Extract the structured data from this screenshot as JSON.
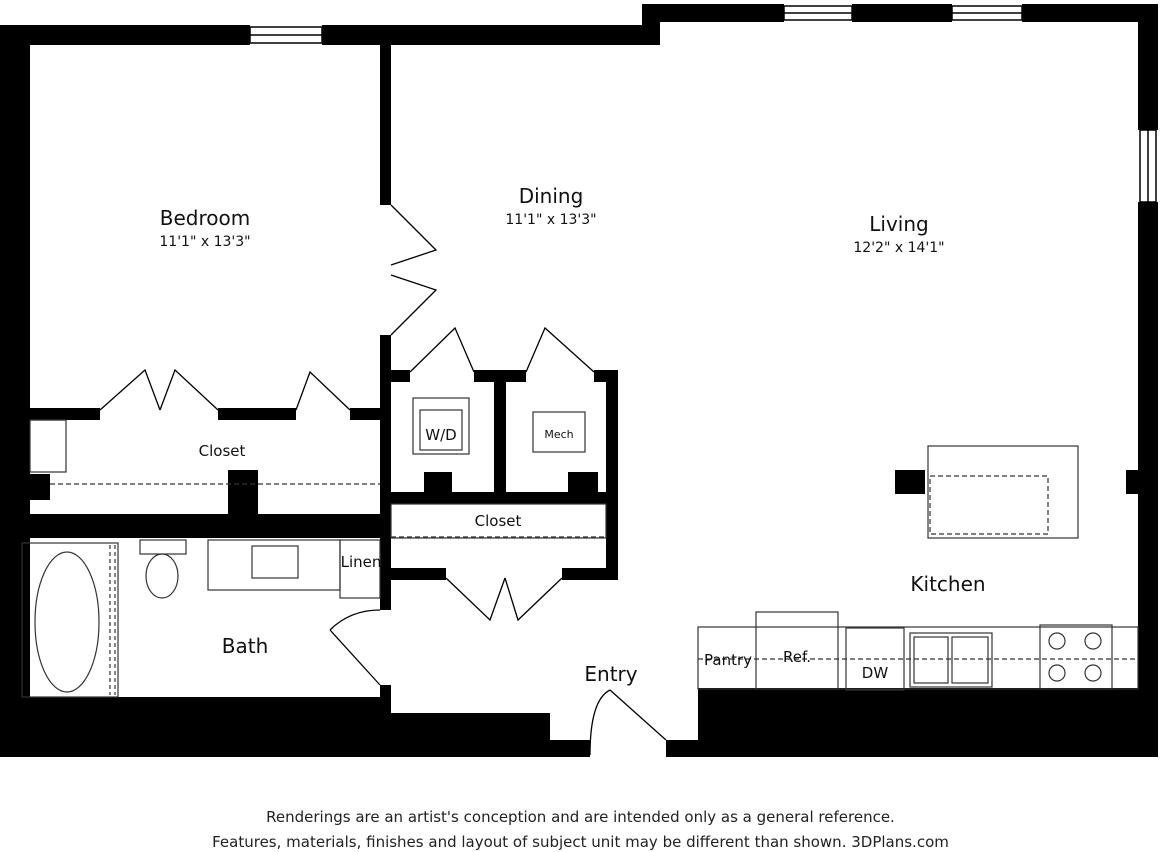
{
  "rooms": {
    "bedroom": {
      "name": "Bedroom",
      "dims": "11'1\" x 13'3\""
    },
    "dining": {
      "name": "Dining",
      "dims": "11'1\" x 13'3\""
    },
    "living": {
      "name": "Living",
      "dims": "12'2\" x 14'1\""
    },
    "kitchen": {
      "name": "Kitchen"
    },
    "bath": {
      "name": "Bath"
    },
    "entry": {
      "name": "Entry"
    },
    "closet_bedroom": {
      "name": "Closet"
    },
    "closet_hall": {
      "name": "Closet"
    },
    "linen": {
      "name": "Linen"
    }
  },
  "fixtures": {
    "wd": "W/D",
    "mech": "Mech",
    "pantry": "Pantry",
    "ref": "Ref.",
    "dw": "DW"
  },
  "disclaimer": {
    "line1": "Renderings are an artist's conception and are intended only as a general reference.",
    "line2": "Features, materials, finishes and layout of subject unit may be different than shown. 3DPlans.com"
  },
  "colors": {
    "wall": "#000000",
    "background": "#ffffff",
    "fixture_line": "#555555"
  }
}
